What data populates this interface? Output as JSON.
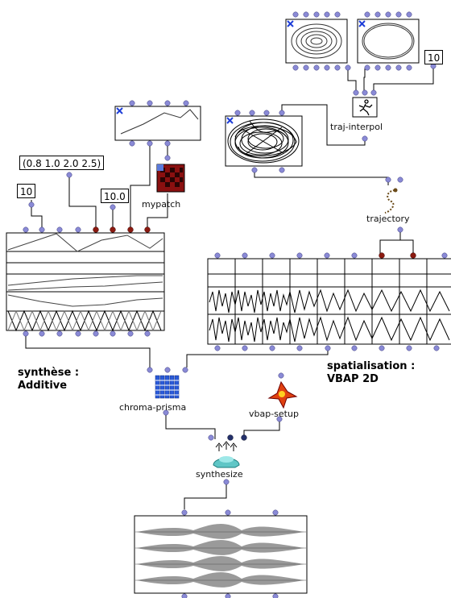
{
  "patch": {
    "numbox_a": "10",
    "numbox_b": "10.0",
    "numbox_c": "10",
    "list_box": "(0.8 1.0 2.0 2.5)",
    "labels": {
      "traj_interpol": "traj-interpol",
      "mypatch": "mypatch",
      "trajectory": "trajectory",
      "chroma_prisma": "chroma-prisma",
      "vbap_setup": "vbap-setup",
      "synthesize": "synthesize"
    },
    "comments": {
      "synth_line1": "synthèse :",
      "synth_line2": "Additive",
      "spat_line1": "spatialisation :",
      "spat_line2": "VBAP 2D"
    }
  },
  "icons": [
    "bpf-editor-icon",
    "trajectory-icon",
    "abstraction-patch-icon",
    "chroma-prisma-icon",
    "vbap-setup-icon",
    "synthesize-icon",
    "sound-waveform-icon",
    "close-x-icon"
  ],
  "colors": {
    "inlet": "#8a8ad6",
    "inlet_red": "#8b1a10",
    "inlet_dark": "#24306a",
    "box_border": "#000000",
    "wave_fill": "#9a9a9a"
  }
}
